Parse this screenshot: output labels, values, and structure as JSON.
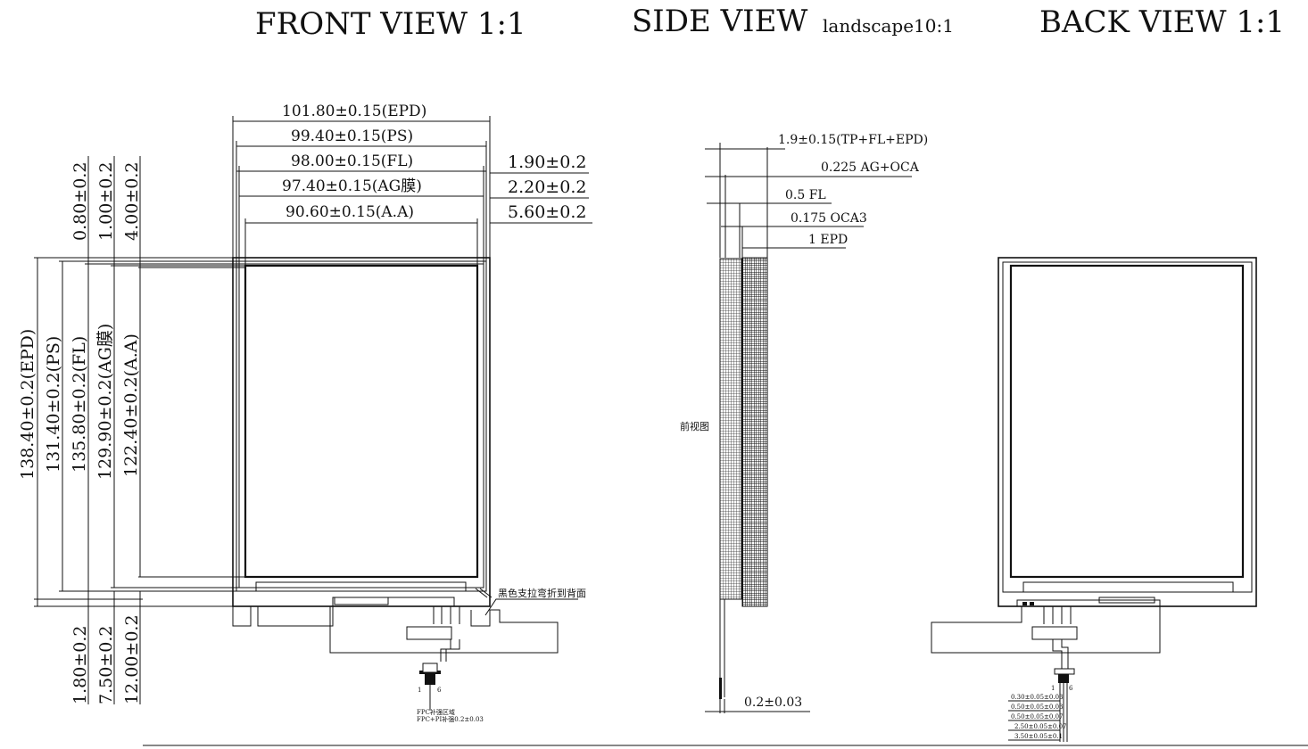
{
  "titles": {
    "front": "FRONT VIEW 1:1",
    "side": "SIDE VIEW",
    "side_scale": "landscape10:1",
    "back": "BACK VIEW 1:1"
  },
  "front": {
    "top_dims": [
      "101.80±0.15(EPD)",
      "99.40±0.15(PS)",
      "98.00±0.15(FL)",
      "97.40±0.15(AG膜)",
      "90.60±0.15(A.A)"
    ],
    "right_dims": [
      "1.90±0.2",
      "2.20±0.2",
      "5.60±0.2"
    ],
    "top_left_vdims": [
      "0.80±0.2",
      "1.00±0.2",
      "4.00±0.2"
    ],
    "left_vdims": [
      "138.40±0.2(EPD)",
      "131.40±0.2(PS)",
      "135.80±0.2(FL)",
      "129.90±0.2(AG膜)",
      "122.40±0.2(A.A)"
    ],
    "bottom_vdims": [
      "1.80±0.2",
      "7.50±0.2",
      "12.00±0.2"
    ],
    "bend_note": "黑色支拉弯折到背面",
    "fpc_note_1": "FPC补强区域",
    "fpc_note_2": "FPC+PI补强0.2±0.03",
    "pin_labels": [
      "1",
      "6"
    ]
  },
  "side": {
    "dims": [
      "1.9±0.15(TP+FL+EPD)",
      "0.225 AG+OCA",
      "0.5 FL",
      "0.175 OCA3",
      "1 EPD"
    ],
    "front_label": "前视图",
    "bottom_dim": "0.2±0.03"
  },
  "back": {
    "stack_dims": [
      "0.30±0.05±0.03",
      "0.50±0.05±0.03",
      "0.50±0.05±0.07",
      "2.50±0.05±0.07",
      "3.50±0.05±0.1"
    ]
  }
}
